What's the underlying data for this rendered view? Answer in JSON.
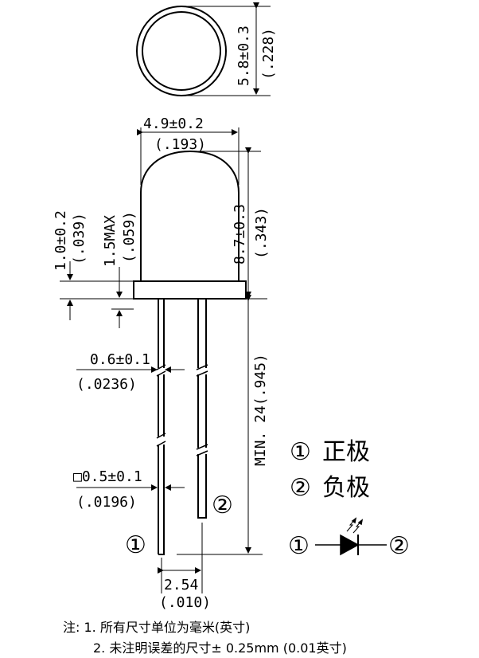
{
  "dims": {
    "diameter": "5.8±0.3",
    "diameter_in": "(.228)",
    "lens_width": "4.9±0.2",
    "lens_width_in": "(.193)",
    "body_height": "8.7±0.3",
    "body_height_in": "(.343)",
    "flange": "1.0±0.2",
    "flange_in": "(.039)",
    "max_protrusion": "1.5MAX",
    "max_protrusion_in": "(.059)",
    "lead_length": "MIN. 24(.945)",
    "lead_width": "0.6±0.1",
    "lead_width_in": "(.0236)",
    "lead_square": "□0.5±0.1",
    "lead_square_in": "(.0196)",
    "pitch": "2.54",
    "pitch_in": "(.010)"
  },
  "markers": {
    "one": "①",
    "two": "②"
  },
  "legend": [
    {
      "symbol": "①",
      "label": "正极"
    },
    {
      "symbol": "②",
      "label": "负极"
    }
  ],
  "symbol": {
    "left": "①",
    "right": "②",
    "icon": "led-icon"
  },
  "notes": [
    "注: 1. 所有尺寸单位为毫米(英寸)",
    "2. 未注明误差的尺寸± 0.25mm (0.01英寸)"
  ]
}
